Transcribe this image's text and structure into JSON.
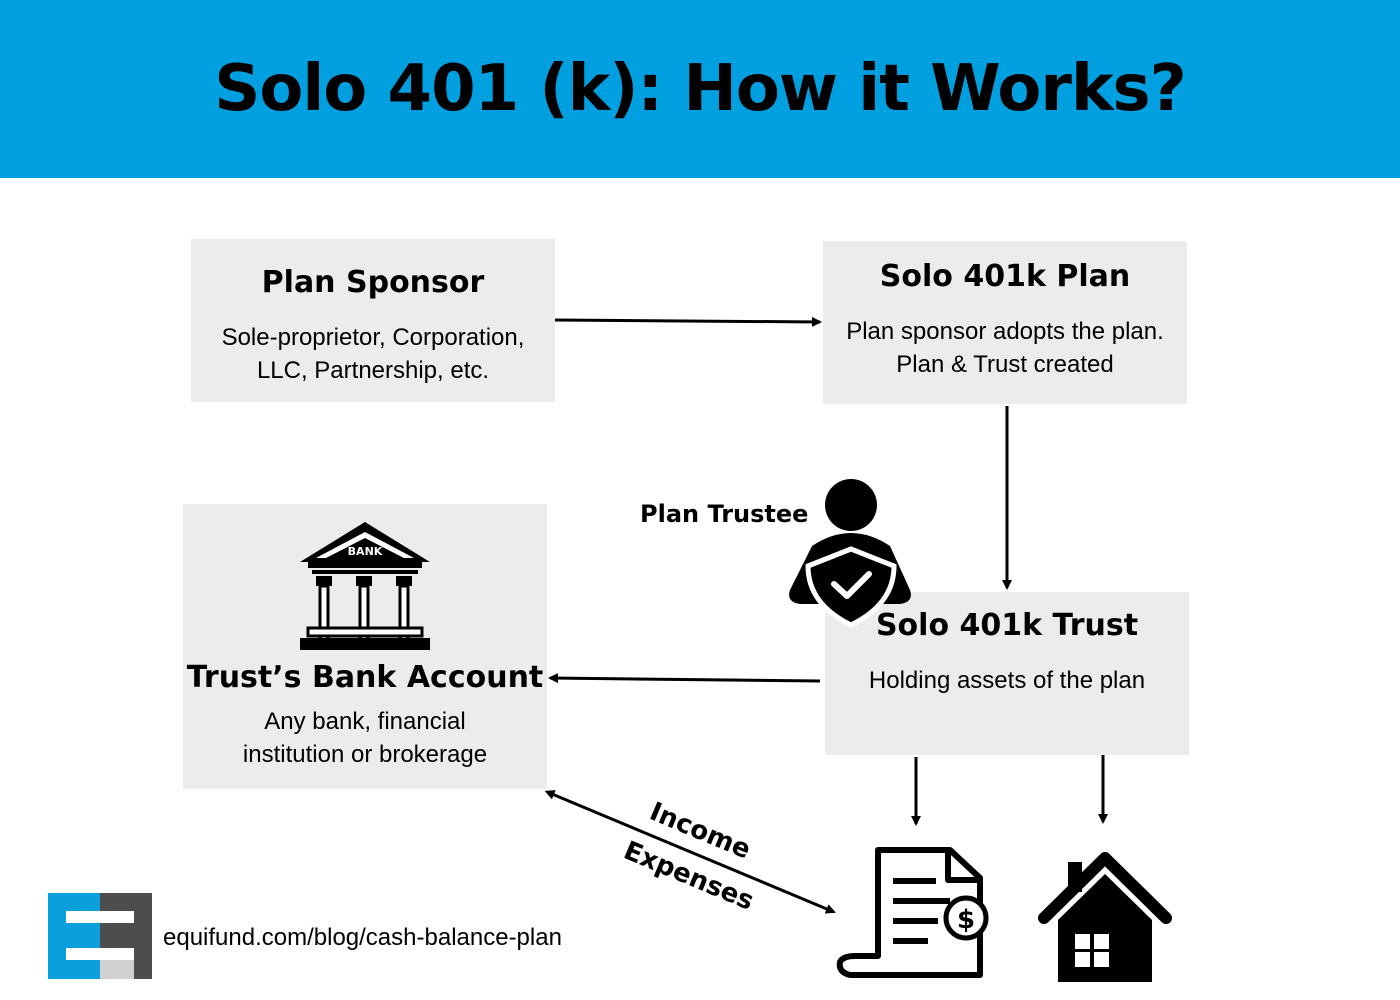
{
  "header": {
    "title": "Solo 401 (k): How it Works?"
  },
  "nodes": {
    "plan_sponsor": {
      "title": "Plan Sponsor",
      "lines": [
        "Sole-proprietor, Corporation,",
        "LLC, Partnership, etc."
      ]
    },
    "solo_plan": {
      "title": "Solo 401k Plan",
      "lines": [
        "Plan sponsor adopts the plan.",
        "Plan & Trust created"
      ]
    },
    "solo_trust": {
      "title": "Solo 401k Trust",
      "lines": [
        "Holding assets of the plan"
      ]
    },
    "bank_account": {
      "title": "Trust’s Bank Account",
      "lines": [
        "Any bank, financial",
        "institution or brokerage"
      ],
      "icon_label": "BANK"
    }
  },
  "labels": {
    "plan_trustee": "Plan Trustee",
    "income": "Income",
    "expenses": "Expenses"
  },
  "footer": {
    "url": "equifund.com/blog/cash-balance-plan"
  },
  "colors": {
    "header_bg": "#009fe0",
    "box_bg": "#ececec",
    "logo_blue": "#0aa0dc",
    "logo_dark": "#4d4d4d"
  },
  "icons": [
    "bank-icon",
    "trustee-person-icon",
    "shield-check-icon",
    "invoice-dollar-icon",
    "house-icon",
    "equifund-logo"
  ]
}
